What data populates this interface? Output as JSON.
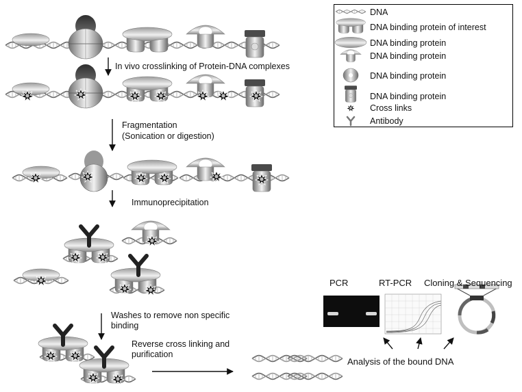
{
  "legend": {
    "items": [
      {
        "icon": "dna-icon",
        "label": "DNA"
      },
      {
        "icon": "protein-of-interest-icon",
        "label": "DNA binding protein of interest"
      },
      {
        "icon": "oval-protein-icon",
        "label": "DNA binding protein"
      },
      {
        "icon": "mushroom-protein-icon",
        "label": "DNA binding protein"
      },
      {
        "icon": "round-protein-icon",
        "label": "DNA binding protein"
      },
      {
        "icon": "box-protein-icon",
        "label": "DNA binding protein"
      },
      {
        "icon": "crosslink-star-icon",
        "label": "Cross links"
      },
      {
        "icon": "antibody-y-icon",
        "label": "Antibody"
      }
    ]
  },
  "steps": {
    "crosslinking": "In vivo crosslinking of Protein-DNA complexes",
    "fragmentation_1": "Fragmentation",
    "fragmentation_2": "(Sonication or digestion)",
    "immunoprecipitation": "Immunoprecipitation",
    "washes": "Washes to remove non specific binding",
    "reverse": "Reverse cross linking and purification"
  },
  "analysis": {
    "pcr": "PCR",
    "rtpcr": "RT-PCR",
    "cloning": "Cloning & Sequencing",
    "caption": "Analysis of the bound DNA"
  },
  "colors": {
    "dna": "#8a8a8a",
    "protein_light": "#e6e6e6",
    "protein_dark": "#4a4a4a",
    "antibody": "#222222",
    "gel": "#0d0d0d",
    "band": "#d9d9d9"
  }
}
